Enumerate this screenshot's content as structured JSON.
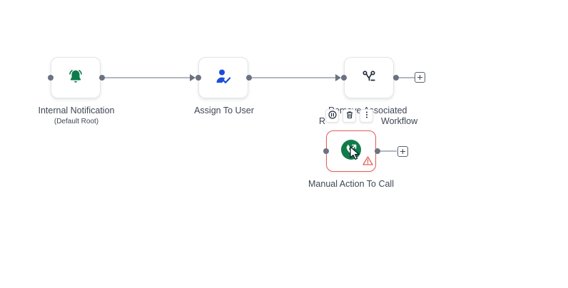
{
  "nodes": {
    "internal_notification": {
      "label": "Internal Notification",
      "sublabel": "(Default Root)",
      "icon": "bell-ringing-icon",
      "color": "#0e7c4a"
    },
    "assign_to_user": {
      "label": "Assign To User",
      "icon": "user-check-icon",
      "color": "#1d4ed8"
    },
    "remove_associated": {
      "label_line1": "Remove Associated",
      "label_line2_start": "R",
      "label_line2_end": "Workflow",
      "icon": "branch-icon",
      "color": "#1f2937"
    },
    "manual_action_call": {
      "label": "Manual Action To Call",
      "icon": "phone-icon",
      "color": "#0e7c4a",
      "status": "warning"
    }
  },
  "toolbar": {
    "items": [
      "pause-icon",
      "trash-icon",
      "more-vertical-icon"
    ]
  },
  "colors": {
    "edge": "#9aa0a8",
    "port": "#6b7280",
    "error_border": "#e0605a"
  }
}
